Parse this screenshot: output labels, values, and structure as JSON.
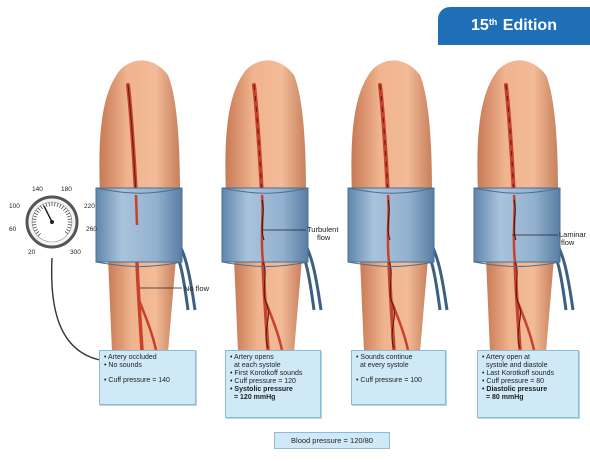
{
  "badge": {
    "number": "15",
    "suffix": "th",
    "text": "Edition"
  },
  "gauge": {
    "ticks": [
      "20",
      "60",
      "100",
      "140",
      "180",
      "220",
      "260",
      "300"
    ]
  },
  "labels": {
    "no_flow": "No flow",
    "turbulent": [
      "Turbulent",
      "flow"
    ],
    "laminar": [
      "Laminar",
      "flow"
    ]
  },
  "panels": [
    {
      "lines": [
        "• Artery occluded",
        "• No sounds",
        "",
        "• Cuff pressure = 140"
      ],
      "bold_from": -1
    },
    {
      "lines": [
        "• Artery opens",
        "  at each systole",
        "• First Korotkoff sounds",
        "• Cuff pressure = 120",
        "• Systolic pressure",
        "  = 120 mmHg"
      ],
      "bold_from": 4
    },
    {
      "lines": [
        "• Sounds continue",
        "  at every systole",
        "",
        "• Cuff pressure = 100"
      ],
      "bold_from": -1
    },
    {
      "lines": [
        "• Artery open at",
        "  systole and diastole",
        "• Last Korotkoff sounds",
        "• Cuff pressure = 80",
        "• Diastolic pressure",
        "  = 80 mmHg"
      ],
      "bold_from": 4
    }
  ],
  "footer": {
    "blood_pressure": "Blood pressure = 120/80"
  },
  "colors": {
    "badge": "#1f6fb6",
    "box_fill": "#cfe9f7",
    "cuff": "#7fa3c4",
    "skin": "#e8a37e",
    "artery": "#c8412a"
  }
}
